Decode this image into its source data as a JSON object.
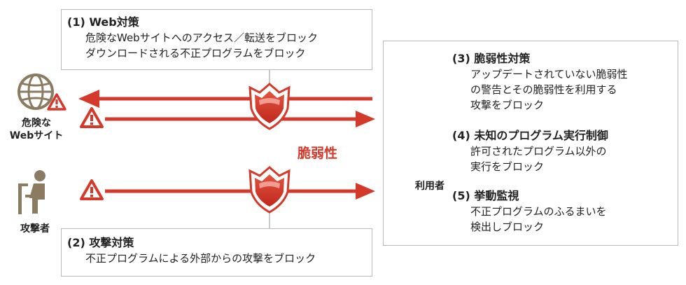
{
  "web_box": {
    "title": "(1) Web対策",
    "lines": [
      "危険なWebサイトへのアクセス／転送をブロック",
      "ダウンロードされる不正プログラムをブロック"
    ]
  },
  "attack_box": {
    "title": "(2) 攻撃対策",
    "lines": [
      "不正プログラムによる外部からの攻撃をブロック"
    ]
  },
  "right_box": {
    "sections": [
      {
        "title": "(3) 脆弱性対策",
        "lines": [
          "アップデートされていない脆弱性",
          "の警告とその脆弱性を利用する",
          "攻撃をブロック"
        ]
      },
      {
        "title": "(4) 未知のプログラム実行制御",
        "lines": [
          "許可されたプログラム以外の",
          "実行をブロック"
        ]
      },
      {
        "title": "(5) 挙動監視",
        "lines": [
          "不正プログラムのふるまいを",
          "検出しブロック"
        ]
      }
    ]
  },
  "labels": {
    "dangerous_site": [
      "危険な",
      "Webサイト"
    ],
    "attacker": "攻撃者",
    "user": "利用者",
    "vulnerability": "脆弱性"
  },
  "colors": {
    "accent": "#d33a2c",
    "icon": "#8c7b63",
    "border": "#b9b9b9"
  }
}
